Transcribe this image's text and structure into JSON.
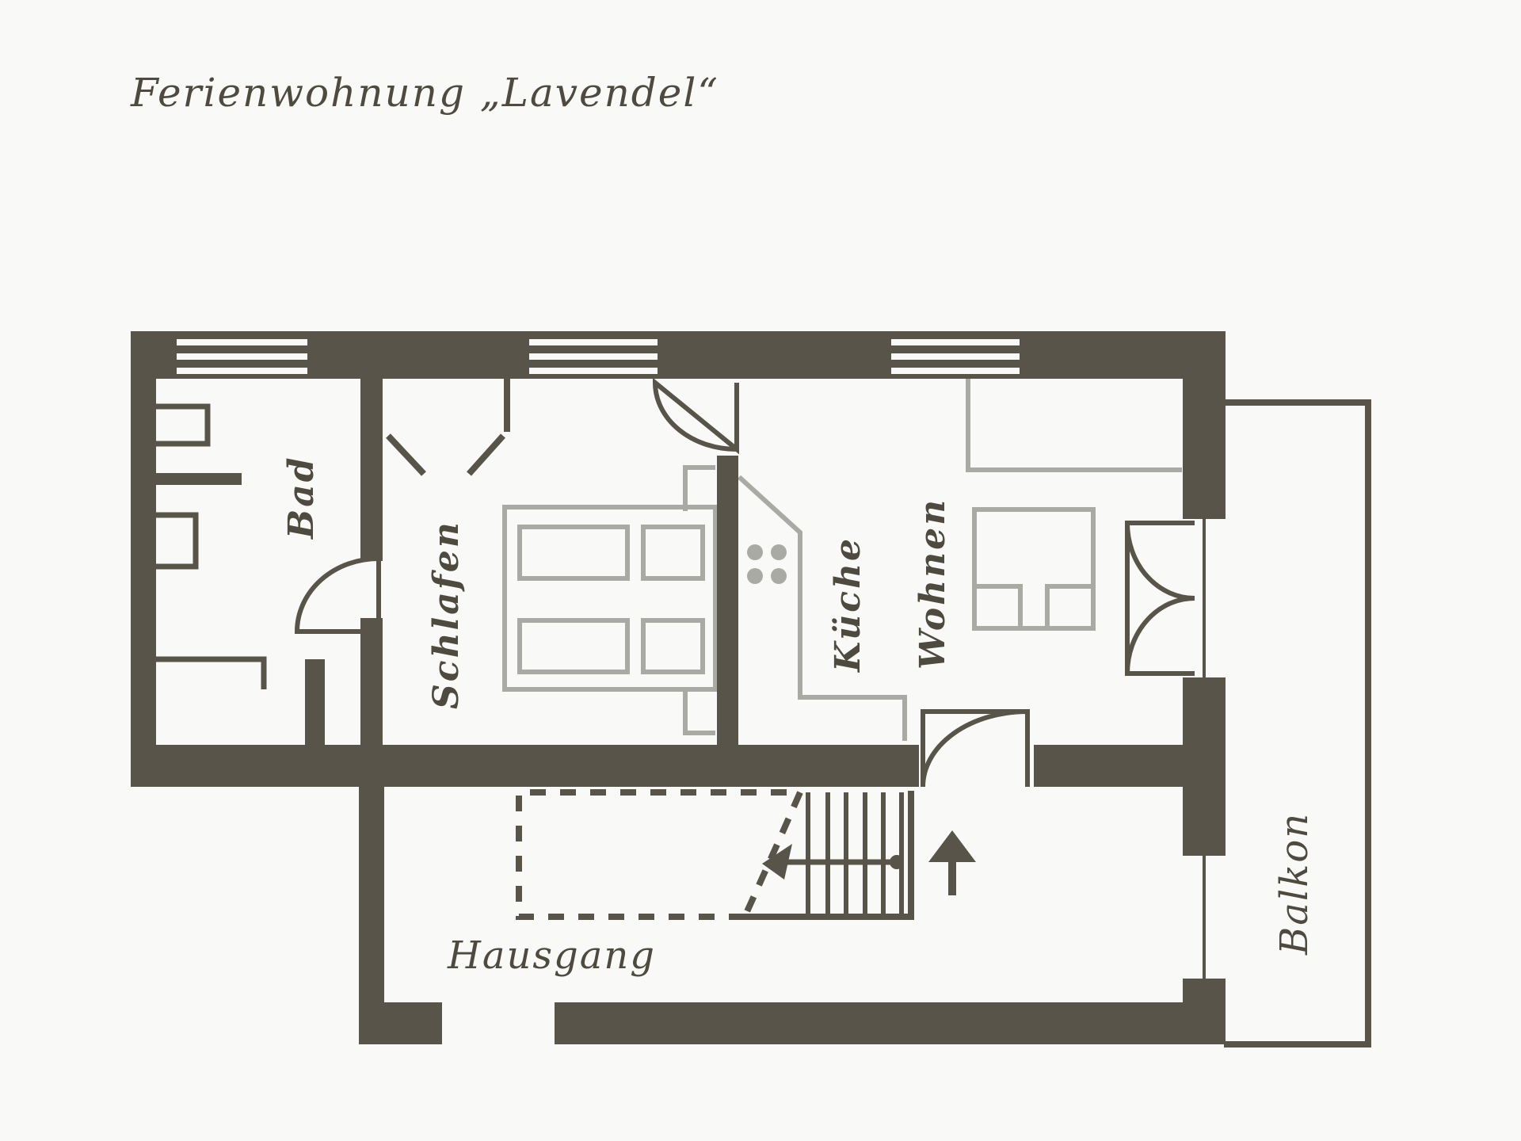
{
  "title": "Ferienwohnung „Lavendel“",
  "rooms": {
    "bad": "Bad",
    "schlafen": "Schlafen",
    "kueche": "Küche",
    "wohnen": "Wohnen",
    "hausgang": "Hausgang",
    "balkon": "Balkon"
  },
  "colors": {
    "wall": "#58544a",
    "furniture": "#aaaaa5",
    "background": "#f9f9f7"
  }
}
